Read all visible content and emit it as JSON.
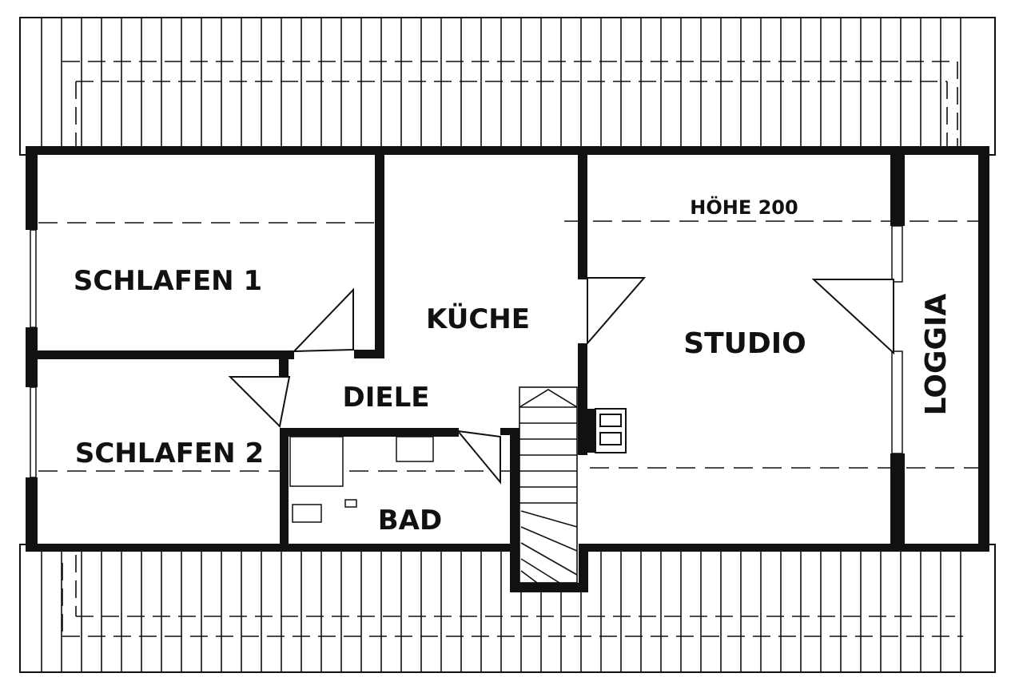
{
  "plan": {
    "rooms": {
      "schlafen1": "SCHLAFEN 1",
      "schlafen2": "SCHLAFEN 2",
      "kueche": "KÜCHE",
      "diele": "DIELE",
      "bad": "BAD",
      "studio": "STUDIO",
      "loggia": "LOGGIA"
    },
    "height_note": "HÖHE 200"
  },
  "colors": {
    "ink": "#111111",
    "paper": "#ffffff"
  }
}
